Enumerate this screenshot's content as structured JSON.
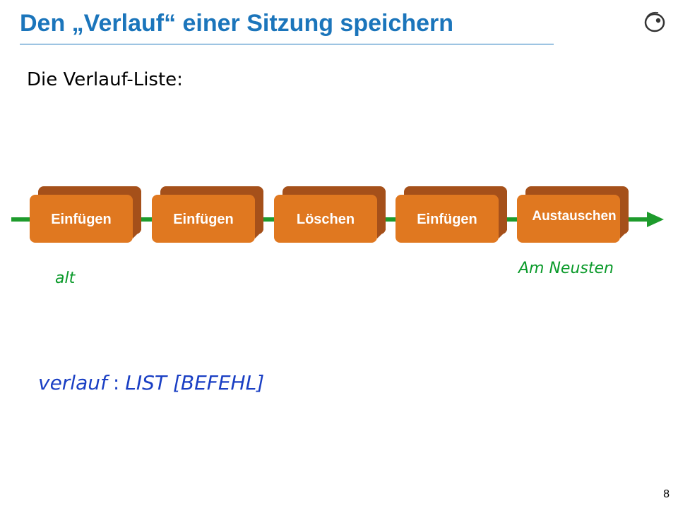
{
  "slide": {
    "title": "Den „Verlauf“ einer Sitzung speichern",
    "subtitle": "Die Verlauf-Liste:",
    "page_number": "8",
    "logo_icon": "eiffel-logo-icon"
  },
  "timeline": {
    "commands": [
      "Einfügen",
      "Einfügen",
      "Löschen",
      "Einfügen",
      "Austauschen"
    ],
    "label_old": "alt",
    "label_newest": "Am Neusten",
    "colors": {
      "line": "#1e9b2c",
      "box_front": "#e07820",
      "box_back": "#a5501a",
      "label": "#0a9a2a"
    }
  },
  "declaration": {
    "name": "verlauf",
    "colon": ":",
    "type": "LIST",
    "generic": "[BEFEHL]"
  }
}
